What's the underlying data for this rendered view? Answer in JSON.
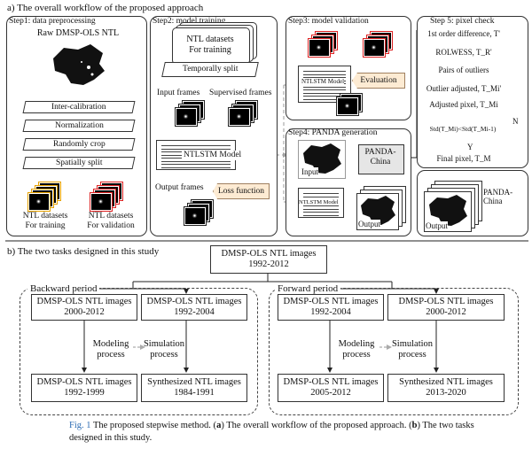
{
  "part_a": {
    "title": "a) The overall workflow of the proposed approach",
    "step1": {
      "title": "Step1: data preprocessing",
      "raw_label": "Raw DMSP-OLS NTL",
      "ops": [
        "Inter-calibration",
        "Normalization",
        "Randomly crop",
        "Spatially split"
      ],
      "training_label": [
        "NTL datasets",
        "For training"
      ],
      "validation_label": [
        "NTL datasets",
        "For validation"
      ]
    },
    "step2": {
      "title": "Step2: model training",
      "datasets_label": [
        "NTL datasets",
        "For training"
      ],
      "split_label": "Temporally split",
      "input_frames": "Input frames",
      "supervised_frames": "Supervised frames",
      "model_label": "NTLSTM    Model",
      "output_frames": "Output frames",
      "loss_label": "Loss function"
    },
    "step3": {
      "title": "Step3: model validation",
      "model_label": "NTLSTM    Model",
      "evaluation_label": "Evaluation"
    },
    "step4": {
      "title": "Step4: PANDA generation",
      "input_label": "Input",
      "panda_label": [
        "PANDA-",
        "China"
      ],
      "model_label": "NTLSTM    Model",
      "output_label": "Output"
    },
    "step5": {
      "title": "Step 5: pixel check",
      "items": [
        "1st order difference, T'",
        "ROLWESS, T_R'",
        "Pairs of outliers",
        "Outlier adjusted, T_Mi'",
        "Adjusted pixel, T_Mi"
      ],
      "condition": "Std(T_Mi)<Std(T_Mi-1)",
      "no_label": "N",
      "yes_label": "Y",
      "final_label": "Final pixel, T_M",
      "output_label": "Output",
      "panda_label": [
        "PANDA-",
        "China"
      ]
    }
  },
  "part_b": {
    "title": "b) The two tasks designed in this study",
    "top_box": [
      "DMSP-OLS NTL images",
      "1992-2012"
    ],
    "backward": {
      "title": "Backward period",
      "box1": [
        "DMSP-OLS NTL images",
        "2000-2012"
      ],
      "box2": [
        "DMSP-OLS NTL images",
        "1992-2004"
      ],
      "modeling": [
        "Modeling",
        "process"
      ],
      "simulation": [
        "Simulation",
        "process"
      ],
      "box3": [
        "DMSP-OLS NTL images",
        "1992-1999"
      ],
      "box4": [
        "Synthesized NTL images",
        "1984-1991"
      ]
    },
    "forward": {
      "title": "Forward period",
      "box1": [
        "DMSP-OLS NTL images",
        "1992-2004"
      ],
      "box2": [
        "DMSP-OLS NTL images",
        "2000-2012"
      ],
      "modeling": [
        "Modeling",
        "process"
      ],
      "simulation": [
        "Simulation",
        "process"
      ],
      "box3": [
        "DMSP-OLS NTL images",
        "2005-2012"
      ],
      "box4": [
        "Synthesized NTL images",
        "2013-2020"
      ]
    }
  },
  "caption": {
    "fig_label": "Fig. 1",
    "text1": "The proposed stepwise method. (",
    "a": "a",
    "text2": ") The overall workflow of the proposed approach. (",
    "b": "b",
    "text3": ") The two tasks",
    "text4": "designed in this study."
  },
  "colors": {
    "evaluation_fill": "#fdebd3",
    "loss_fill": "#fdebd3",
    "caption_fig": "#2e6db4"
  }
}
